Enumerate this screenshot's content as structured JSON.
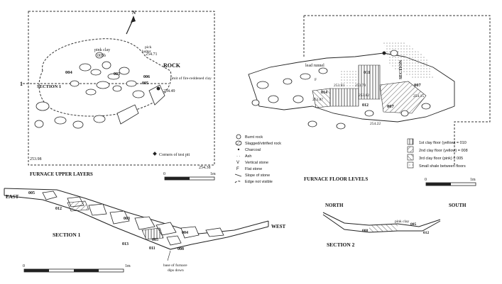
{
  "upper_plan": {
    "title": "FURNACE UPPER LAYERS",
    "labels": {
      "section_marker": "SECTION 1",
      "pink_clay": "pink clay",
      "pink_clay_ctx": "005b",
      "pick_halfer": "pick\nhalter",
      "rock": "ROCK",
      "limit": "limit of fire-reddened clay",
      "ctx_004": "004",
      "ctx_003": "003",
      "ctx_006": "006",
      "ctx_005": "005",
      "elev_254_71": "254.71",
      "elev_254_49": "254.49",
      "elev_253_98": "253.98",
      "elev_254_38": "254.38",
      "corners": "Corners of test pit",
      "section_tick": "1"
    },
    "scale": {
      "zero": "0",
      "end": "1m"
    }
  },
  "floor_plan": {
    "title": "FURNACE FLOOR LEVELS",
    "labels": {
      "lead_runnel": "lead runnel",
      "ctx_011": "011",
      "ctx_014": "014",
      "ctx_007a": "007",
      "ctx_007b": "007",
      "ctx_012": "012",
      "section_label": "SECTION",
      "e253_87": "253.87",
      "e253_93": "253.93",
      "e253_79": "253.79",
      "e253_82": "253.82",
      "e254_15": "254.15",
      "e254_22": "254.22",
      "f_mark": "F"
    },
    "legend": [
      {
        "key": "hatch-vertical",
        "label": "1st clay floor (yellow) = 010"
      },
      {
        "key": "hatch-diagonal",
        "label": "2nd clay floor (yellow) = 008"
      },
      {
        "key": "hatch-cross",
        "label": "3rd clay floor (pink) = 005"
      },
      {
        "key": "dots",
        "label": "Small shale between floors"
      }
    ],
    "scale": {
      "zero": "0",
      "end": "1m"
    }
  },
  "symbol_legend": [
    {
      "symbol": "burnt-rock",
      "label": "Burnt rock"
    },
    {
      "symbol": "slag",
      "label": "Slagged/vitrified rock"
    },
    {
      "symbol": "charcoal",
      "label": "Charcoal"
    },
    {
      "symbol": "ash",
      "label": "Ash"
    },
    {
      "symbol": "V",
      "label": "Vertical stone"
    },
    {
      "symbol": "F",
      "label": "Flat stone"
    },
    {
      "symbol": "slope",
      "label": "Slope of stone"
    },
    {
      "symbol": "dashed",
      "label": "Edge not visible"
    }
  ],
  "north_arrow": "N",
  "section1": {
    "title": "SECTION 1",
    "east": "EAST",
    "west": "WEST",
    "ctx": [
      "005",
      "012",
      "003",
      "004",
      "005",
      "013",
      "011",
      "008"
    ],
    "note": "base of furnace\ndips down",
    "scale": {
      "zero": "0",
      "end": "1m"
    }
  },
  "section2": {
    "title": "SECTION 2",
    "north": "NORTH",
    "south": "SOUTH",
    "pink_clay": "pink clay",
    "ctx": [
      "008",
      "005",
      "012"
    ]
  }
}
